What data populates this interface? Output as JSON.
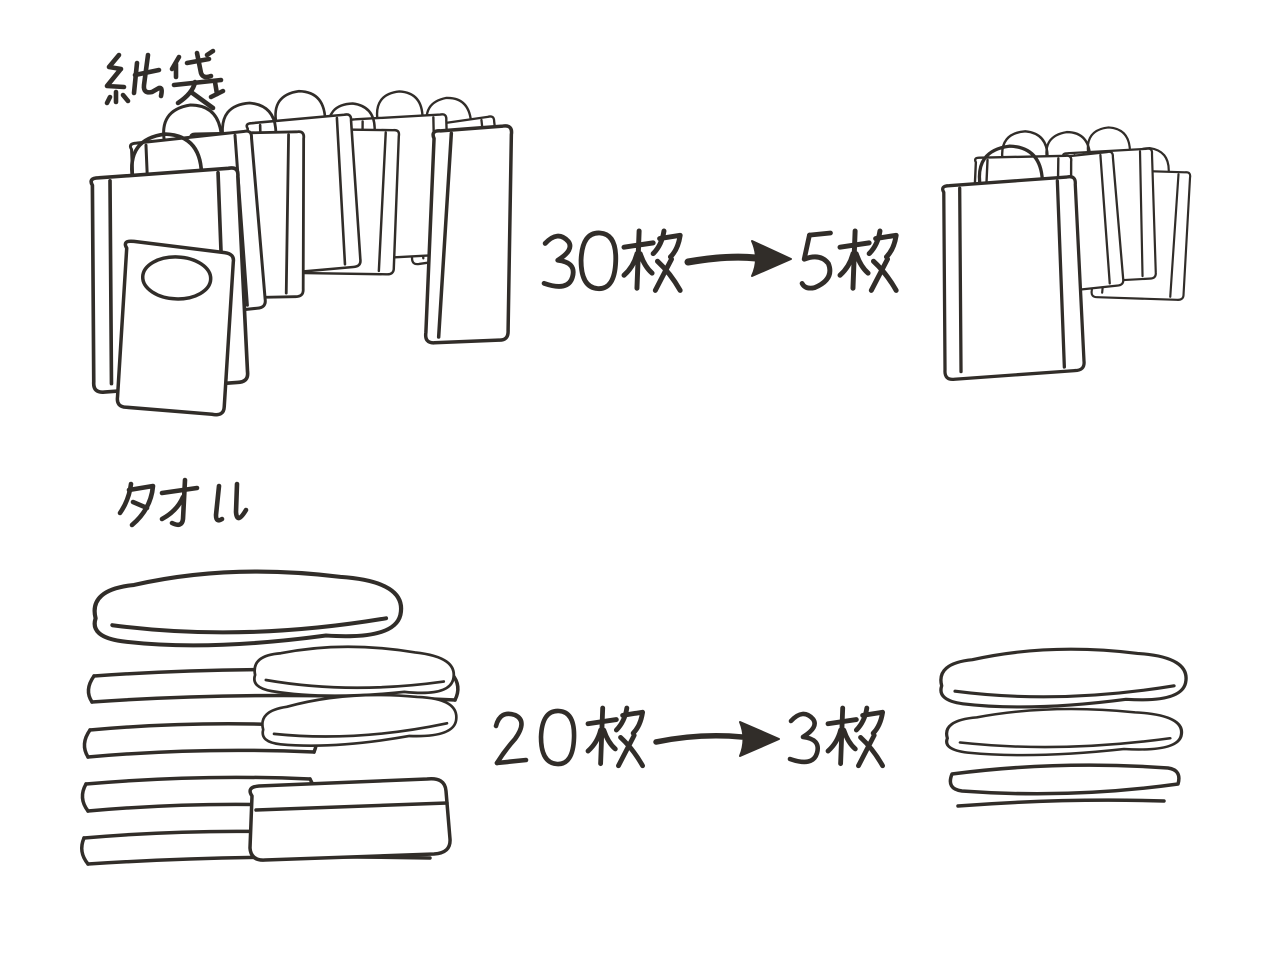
{
  "background_color": "#ffffff",
  "ink_color": "#312d29",
  "arrow_glyph": "→",
  "items": [
    {
      "id": "paper-bags",
      "label": "紙袋",
      "before_count": 30,
      "after_count": 5,
      "unit": "枚",
      "before_text": "30枚",
      "after_text": "5枚",
      "arrow_icon": "right-arrow"
    },
    {
      "id": "towels",
      "label": "タオル",
      "before_count": 20,
      "after_count": 3,
      "unit": "枚",
      "before_text": "20枚",
      "after_text": "3枚",
      "arrow_icon": "right-arrow"
    }
  ]
}
